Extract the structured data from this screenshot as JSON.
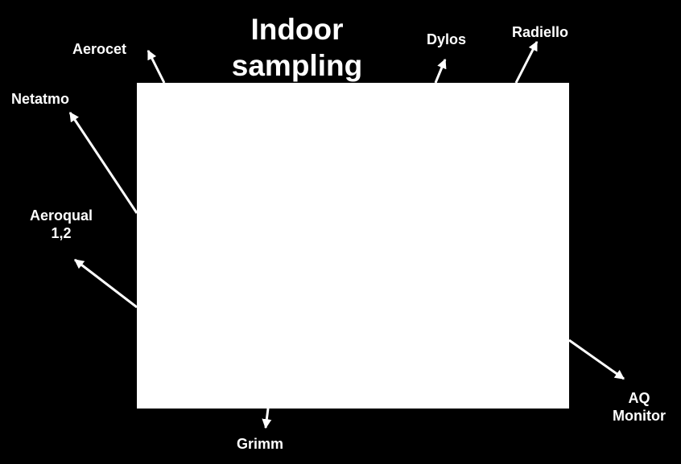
{
  "title": {
    "line1": "Indoor",
    "line2": "sampling"
  },
  "labels": {
    "aerocet": "Aerocet",
    "dylos": "Dylos",
    "radiello": "Radiello",
    "netatmo": "Netatmo",
    "aeroqual_line1": "Aeroqual",
    "aeroqual_line2": "1,2",
    "aq_monitor_line1": "AQ",
    "aq_monitor_line2": "Monitor",
    "grimm": "Grimm"
  },
  "colors": {
    "background": "#000000",
    "text": "#ffffff",
    "arrows": "#ffffff",
    "image_area": "#ffffff"
  }
}
